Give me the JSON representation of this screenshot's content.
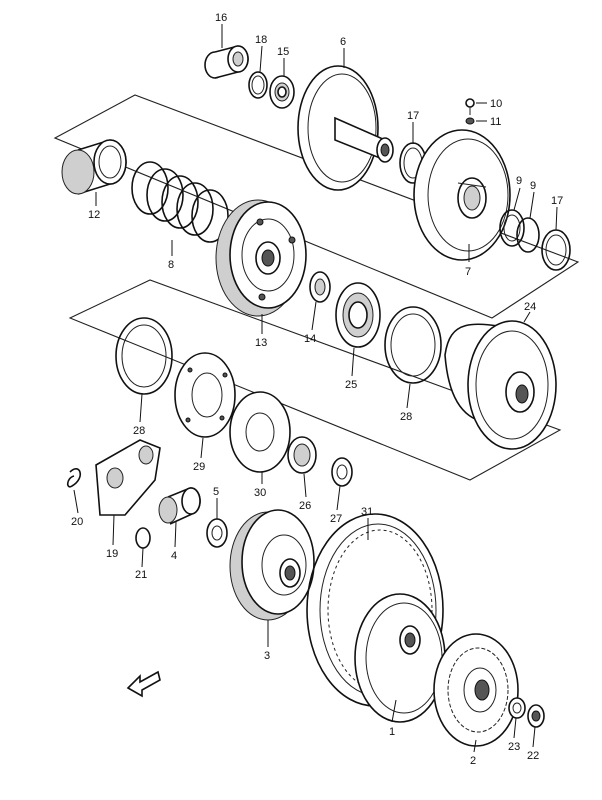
{
  "diagram": {
    "part_numbers": [
      "1",
      "2",
      "3",
      "4",
      "5",
      "6",
      "7",
      "8",
      "9",
      "9",
      "10",
      "11",
      "12",
      "13",
      "14",
      "15",
      "16",
      "17",
      "17",
      "18",
      "19",
      "20",
      "21",
      "22",
      "23",
      "24",
      "25",
      "26",
      "27",
      "28",
      "28",
      "29",
      "30",
      "31"
    ]
  },
  "colors": {
    "line": "#111111",
    "background": "#ffffff",
    "shade": "#cfcfcf"
  },
  "icons": {
    "direction_arrow": "front-direction-arrow-icon"
  }
}
